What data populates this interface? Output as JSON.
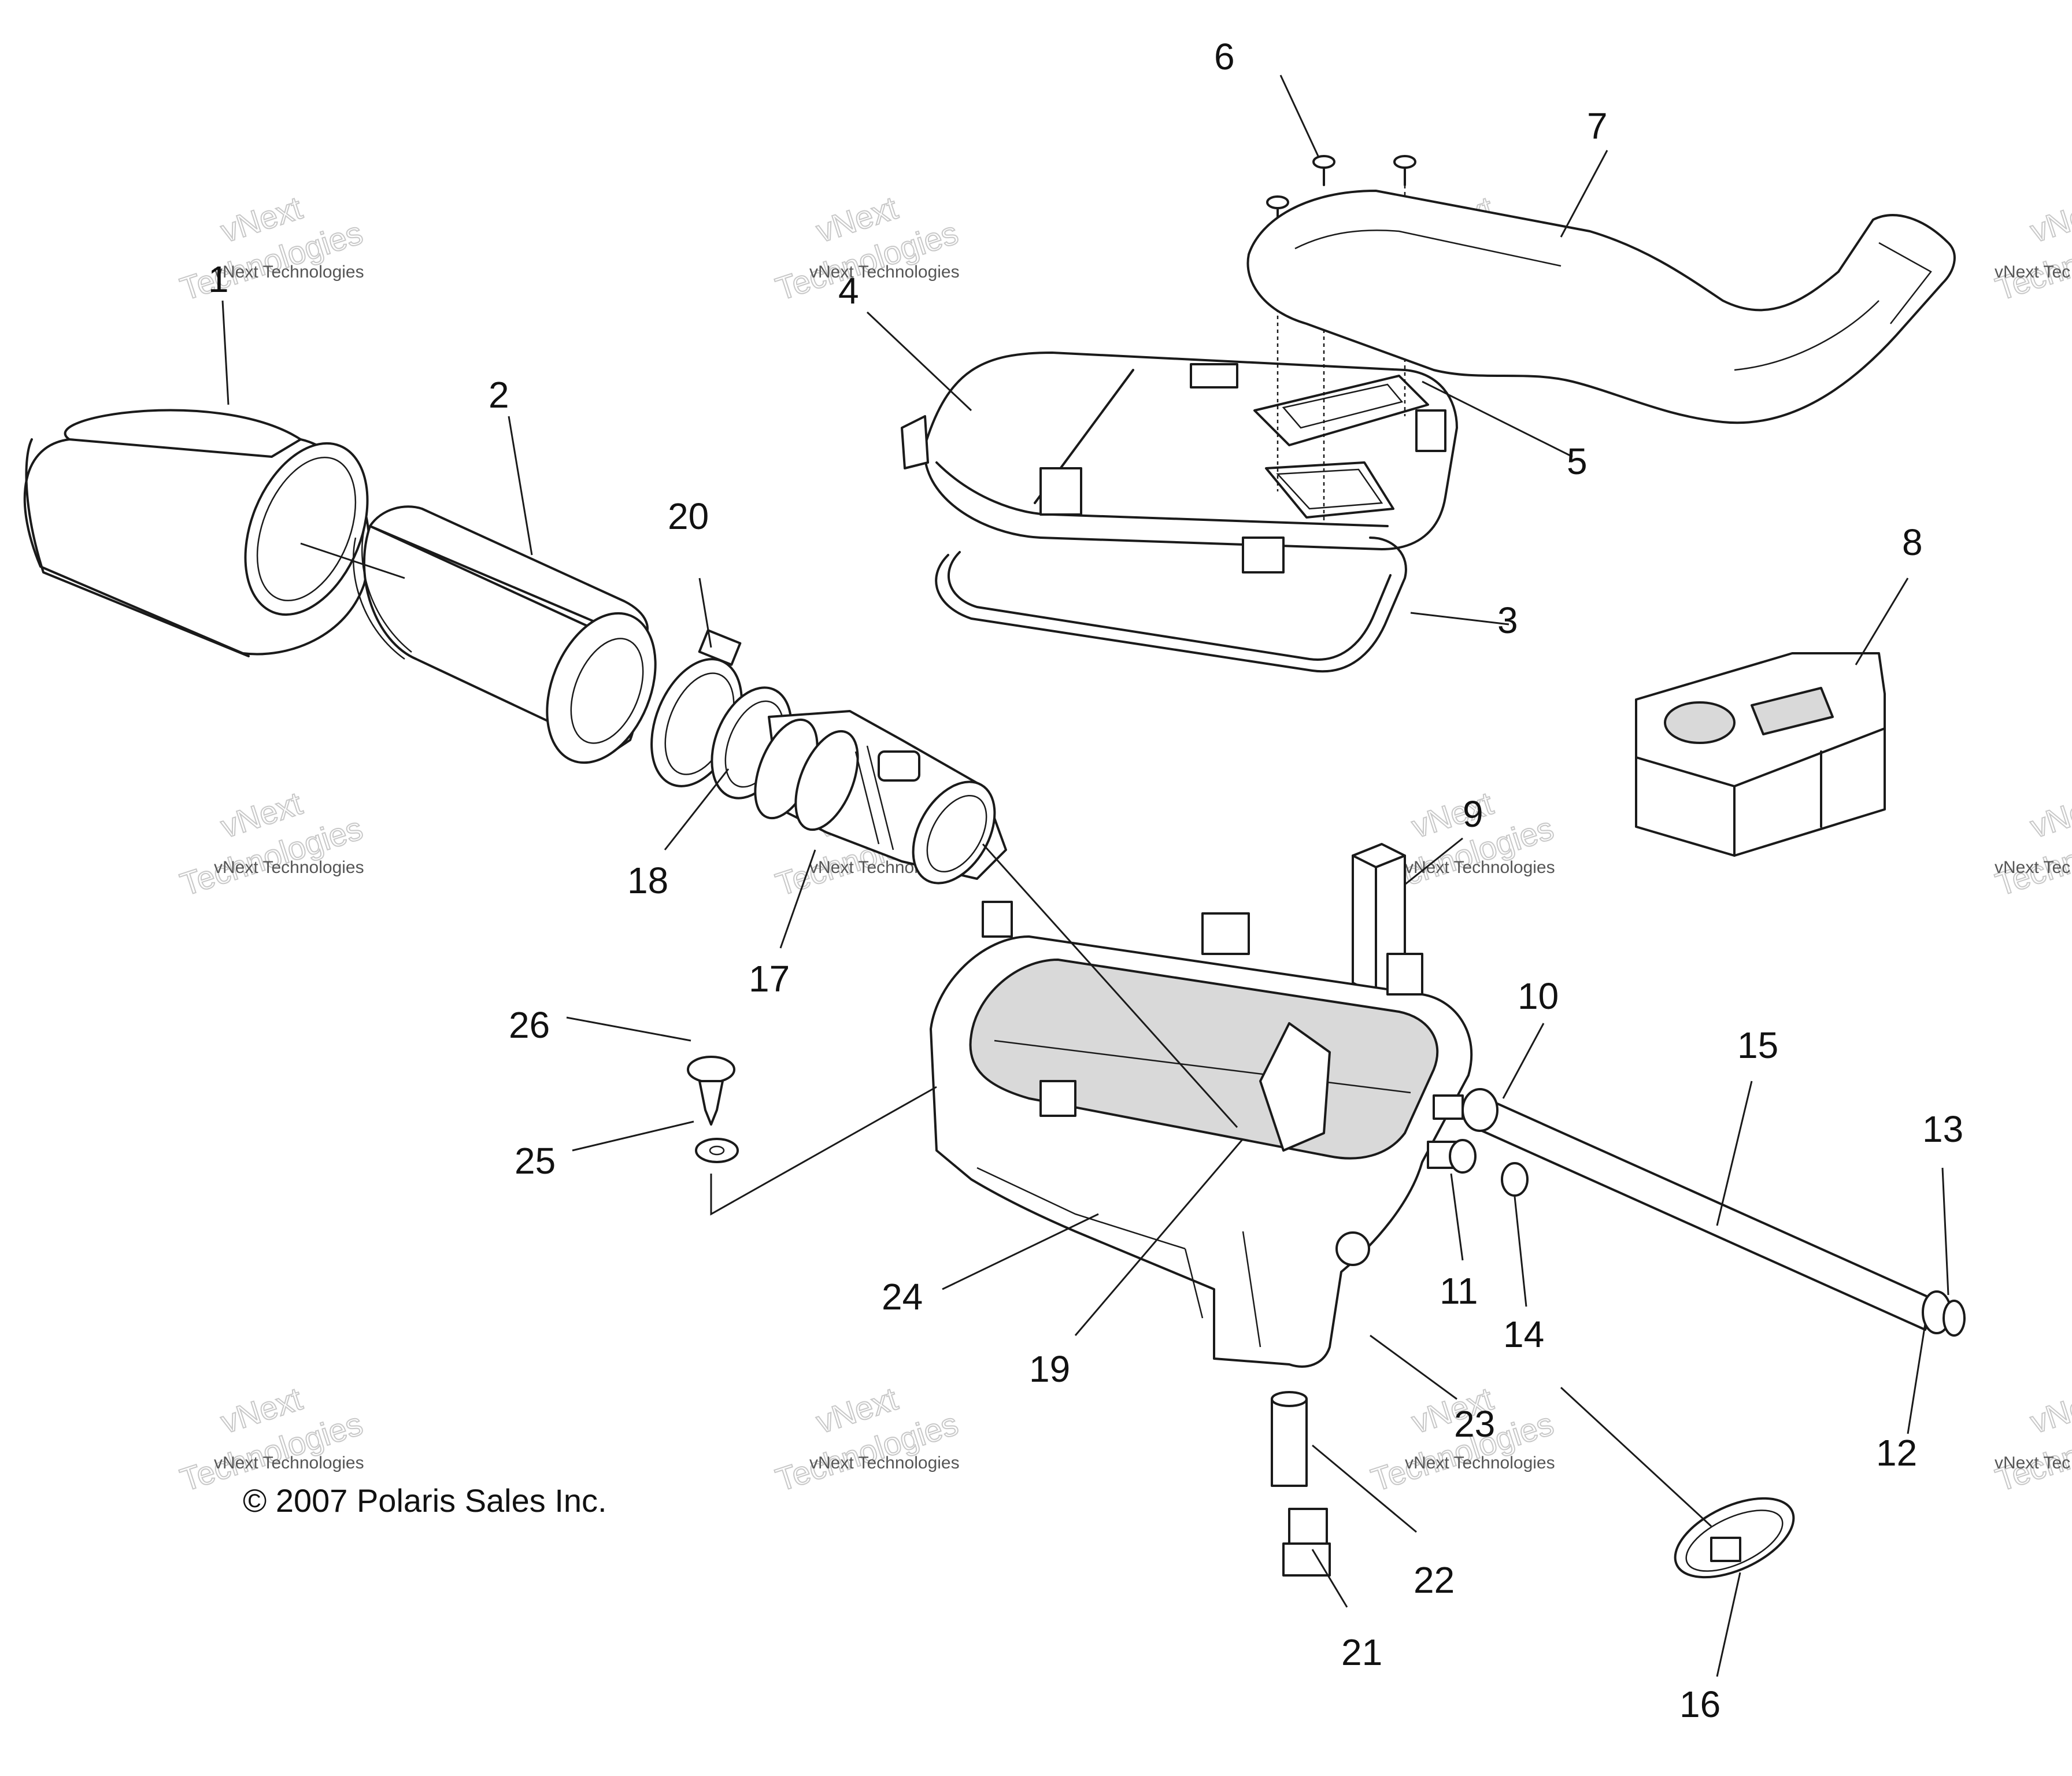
{
  "callouts": [
    {
      "label": "1"
    },
    {
      "label": "2"
    },
    {
      "label": "3"
    },
    {
      "label": "4"
    },
    {
      "label": "5"
    },
    {
      "label": "6"
    },
    {
      "label": "7"
    },
    {
      "label": "8"
    },
    {
      "label": "9"
    },
    {
      "label": "10"
    },
    {
      "label": "11"
    },
    {
      "label": "12"
    },
    {
      "label": "13"
    },
    {
      "label": "14"
    },
    {
      "label": "15"
    },
    {
      "label": "16"
    },
    {
      "label": "17"
    },
    {
      "label": "18"
    },
    {
      "label": "19"
    },
    {
      "label": "20"
    },
    {
      "label": "21"
    },
    {
      "label": "22"
    },
    {
      "label": "23"
    },
    {
      "label": "24"
    },
    {
      "label": "25"
    },
    {
      "label": "26"
    }
  ],
  "copyright": "© 2007 Polaris Sales Inc.",
  "watermark": {
    "small": "vNext Technologies",
    "big_top": "vNext",
    "big_bottom": "Technologies",
    "cut_small": "vNext Tec",
    "cut_big_top": "vNe",
    "cut_big_bottom": "Techn"
  }
}
